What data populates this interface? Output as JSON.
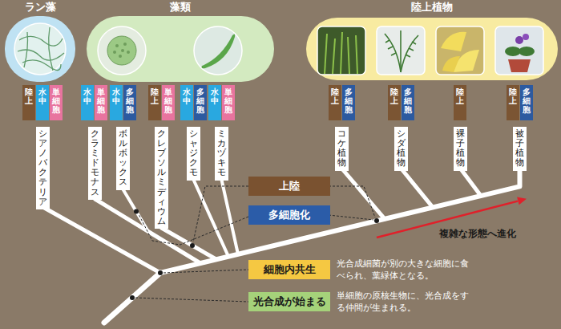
{
  "diagram": {
    "nodes": [
      {
        "text": [
          "ラン藻"
        ]
      },
      {
        "text": [
          "藻類"
        ]
      },
      {
        "text": [
          "陸上植物"
        ]
      },
      {
        "text": [
          "陸上"
        ]
      },
      {
        "text": [
          "水中"
        ]
      },
      {
        "text": [
          "単細胞"
        ]
      },
      {
        "text": [
          "水中"
        ]
      },
      {
        "text": [
          "単細胞"
        ]
      },
      {
        "text": [
          "水中"
        ]
      },
      {
        "text": [
          "多細胞"
        ]
      },
      {
        "text": [
          "陸上"
        ]
      },
      {
        "text": [
          "単細胞"
        ]
      },
      {
        "text": [
          "水中"
        ]
      },
      {
        "text": [
          "多細胞"
        ]
      },
      {
        "text": [
          "水中"
        ]
      },
      {
        "text": [
          "単細胞"
        ]
      },
      {
        "text": [
          "陸上"
        ]
      },
      {
        "text": [
          "多細胞"
        ]
      },
      {
        "text": [
          "陸上"
        ]
      },
      {
        "text": [
          "多細胞"
        ]
      },
      {
        "text": [
          "陸上"
        ]
      },
      {
        "text": [
          "陸上"
        ]
      },
      {
        "text": [
          "多細胞"
        ]
      },
      {
        "text": [
          "シアノバクテリア"
        ]
      },
      {
        "text": [
          "クラミドモナス"
        ]
      },
      {
        "text": [
          "ボルボックス"
        ]
      },
      {
        "text": [
          "クレブソルミディウム"
        ]
      },
      {
        "text": [
          "シャジクモ"
        ]
      },
      {
        "text": [
          "ミカヅキモ"
        ]
      },
      {
        "text": [
          "コケ植物"
        ]
      },
      {
        "text": [
          "シダ植物"
        ]
      },
      {
        "text": [
          "裸子植物"
        ]
      },
      {
        "text": [
          "被子植物"
        ]
      },
      {
        "text": [
          "上陸"
        ]
      },
      {
        "text": [
          "多細胞化"
        ]
      },
      {
        "text": [
          "細胞内共生"
        ]
      },
      {
        "text": [
          "光合成が始まる"
        ]
      }
    ],
    "labels": [
      "光合成細菌が別の大きな細胞に食べられ、葉緑体となる。",
      "単細胞の原核生物に、光合成をする仲間が生まれる。",
      "複雑な形態へ進化"
    ]
  }
}
